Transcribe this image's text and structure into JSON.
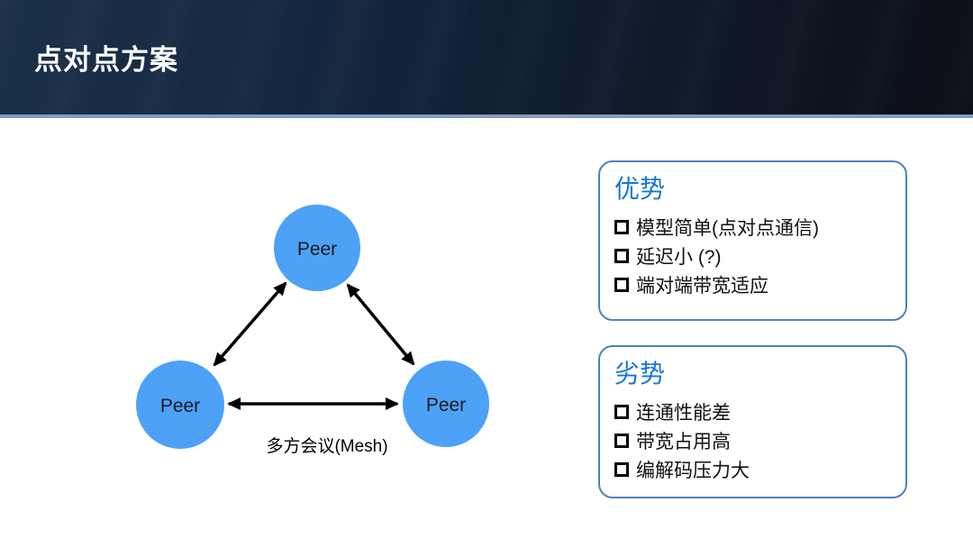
{
  "header": {
    "title": "点对点方案"
  },
  "diagram": {
    "nodes": [
      {
        "label": "Peer"
      },
      {
        "label": "Peer"
      },
      {
        "label": "Peer"
      }
    ],
    "caption": "多方会议(Mesh)"
  },
  "panels": {
    "advantages": {
      "title": "优势",
      "items": [
        "模型简单(点对点通信)",
        "延迟小 (?)",
        "端对端带宽适应"
      ]
    },
    "disadvantages": {
      "title": "劣势",
      "items": [
        "连通性能差",
        "带宽占用高",
        "编解码压力大"
      ]
    }
  },
  "colors": {
    "node_fill": "#4da1f7",
    "arrow": "#000000",
    "panel_border": "#4f81bd",
    "panel_title_text": "#1677d4",
    "header_underline": "#7d9dc6",
    "header_gradient_start": "#1b3049",
    "header_gradient_end": "#0a0e16"
  }
}
